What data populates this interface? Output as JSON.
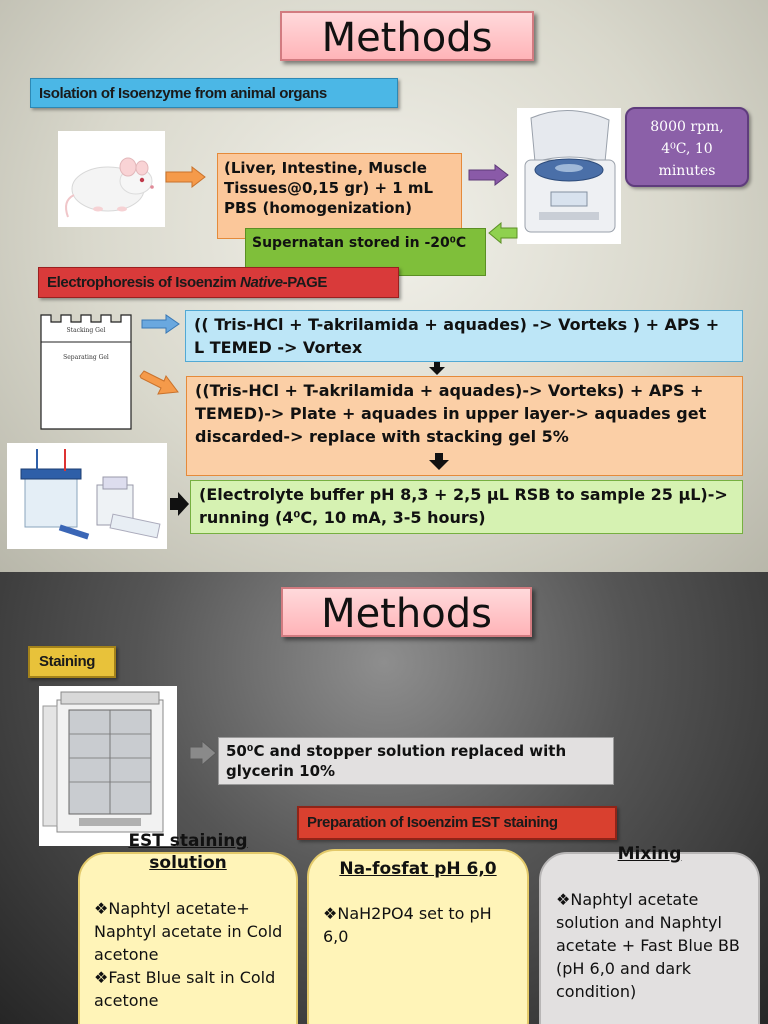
{
  "slide1": {
    "title": "Methods",
    "isolation_header": "Isolation of Isoenzyme from animal organs",
    "tissue_box": "(Liver, Intestine, Muscle Tissues@0,15 gr) + 1 mL PBS (homogenization)",
    "centrifuge_params": "8000 rpm, 4⁰C, 10 minutes",
    "supernatant_box": "Supernatan stored in -20⁰C",
    "electrophoresis_header_prefix": "Electrophoresis of Isoenzim ",
    "electrophoresis_header_italic": "Native",
    "electrophoresis_header_suffix": "-PAGE",
    "gel_stacking_label": "Stacking Gel",
    "gel_separating_label": "Separating Gel",
    "step_stacking": "(( Tris-HCl + T-akrilamida + aquades) -> Vorteks ) + APS + L TEMED -> Vortex",
    "step_separating": "((Tris-HCl + T-akrilamida + aquades)-> Vorteks) + APS + TEMED)-> Plate + aquades in upper layer-> aquades get discarded-> replace with stacking gel 5%",
    "step_running": "(Electrolyte buffer pH 8,3 + 2,5 µL RSB to sample 25 µL)-> running (4⁰C, 10 mA, 3-5 hours)"
  },
  "slide2": {
    "title": "Methods",
    "staining_header": "Staining",
    "incubation_box": "50⁰C and stopper solution replaced with glycerin 10%",
    "prep_header": "Preparation of Isoenzim EST staining",
    "col1": {
      "title": "EST staining solution",
      "items": [
        "Naphtyl acetate+ Naphtyl acetate in Cold acetone",
        "Fast Blue salt in Cold acetone"
      ]
    },
    "col2": {
      "title": "Na-fosfat pH 6,0",
      "items": [
        "NaH2PO4 set to pH 6,0"
      ]
    },
    "col3": {
      "title": "Mixing",
      "items": [
        "Naphtyl acetate solution and Naphtyl acetate + Fast Blue BB (pH 6,0 and dark condition)"
      ]
    }
  },
  "colors": {
    "title_fill": "#ffb4b8",
    "isolation_header_fill": "#4bb7e6",
    "electrophoresis_header_fill": "#d93a3a",
    "tissue_fill": "#fbc79a",
    "params_fill": "#8b60a8",
    "supernatant_fill": "#7fbf3a",
    "step_blue_fill": "#bde6f7",
    "step_orange_fill": "#fbcfa6",
    "step_green_fill": "#d6f2b2",
    "staining_header_fill": "#e8c23a",
    "prep_header_fill": "#d9402f",
    "col_yellow_fill": "#fff4b8",
    "col_gray_fill": "#e2e0e0"
  }
}
